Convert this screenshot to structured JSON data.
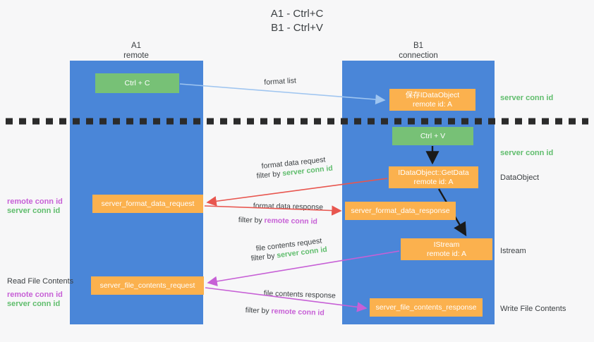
{
  "title": {
    "line1": "A1 - Ctrl+C",
    "line2": "B1 - Ctrl+V"
  },
  "lanes": [
    {
      "id": "A1",
      "name": "A1",
      "subtitle": "remote",
      "color": "#4a86d8"
    },
    {
      "id": "B1",
      "name": "B1",
      "subtitle": "connection",
      "color": "#4a86d8"
    }
  ],
  "nodes": {
    "ctrl_c": {
      "line1": "Ctrl + C",
      "color": "#77c176"
    },
    "set_clipboard": {
      "line1": "保存IDataObject",
      "line2": "remote id: A",
      "color": "#fbb14e"
    },
    "ctrl_v": {
      "line1": "Ctrl + V",
      "color": "#77c176"
    },
    "get_data": {
      "line1": "IDataObject::GetData",
      "line2": "remote id: A",
      "color": "#fbb14e"
    },
    "istream": {
      "line1": "IStream",
      "line2": "remote id: A",
      "color": "#fbb14e"
    },
    "format_data_request": {
      "line1": "server_format_data_request",
      "color": "#fbb14e"
    },
    "format_data_response": {
      "line1": "server_format_data_response",
      "color": "#fbb14e"
    },
    "file_contents_request": {
      "line1": "server_file_contents_request",
      "color": "#fbb14e"
    },
    "file_contents_response": {
      "line1": "server_file_contents_response",
      "color": "#fbb14e"
    }
  },
  "right_labels": {
    "server_conn_id_1": "server conn id",
    "server_conn_id_2": "server conn id",
    "data_object": "DataObject",
    "istream": "Istream",
    "write_file_contents": "Write File Contents"
  },
  "left_labels": {
    "remote_conn_id_1": "remote conn id",
    "server_conn_id_1": "server conn id",
    "read_file_contents": "Read File Contents",
    "remote_conn_id_2": "remote conn id",
    "server_conn_id_2": "server conn id"
  },
  "arrow_captions": {
    "format_list": "format list",
    "format_data_request": "format data request",
    "format_data_request_filter_prefix": "filter by ",
    "format_data_request_filter_value": "server conn id",
    "format_data_response": "format data response",
    "format_data_response_filter_prefix": "filter by ",
    "format_data_response_filter_value": "remote conn id",
    "file_contents_request": "file contents request",
    "file_contents_request_filter_prefix": "filter by ",
    "file_contents_request_filter_value": "server conn id",
    "file_contents_response": "file contents response",
    "file_contents_response_filter_prefix": "filter by ",
    "file_contents_response_filter_value": "remote conn id"
  },
  "colors": {
    "lane_blue": "#4a86d8",
    "node_green": "#77c176",
    "node_orange": "#fbb14e",
    "green_text": "#60bd6d",
    "magenta_text": "#c760d6",
    "arrow_lightblue": "#9fc5f0",
    "arrow_red": "#e8564f",
    "arrow_magenta": "#c760d6",
    "arrow_black": "#1a1a1a",
    "divider_dash": "#2b2b2b",
    "background": "#f7f7f8"
  }
}
